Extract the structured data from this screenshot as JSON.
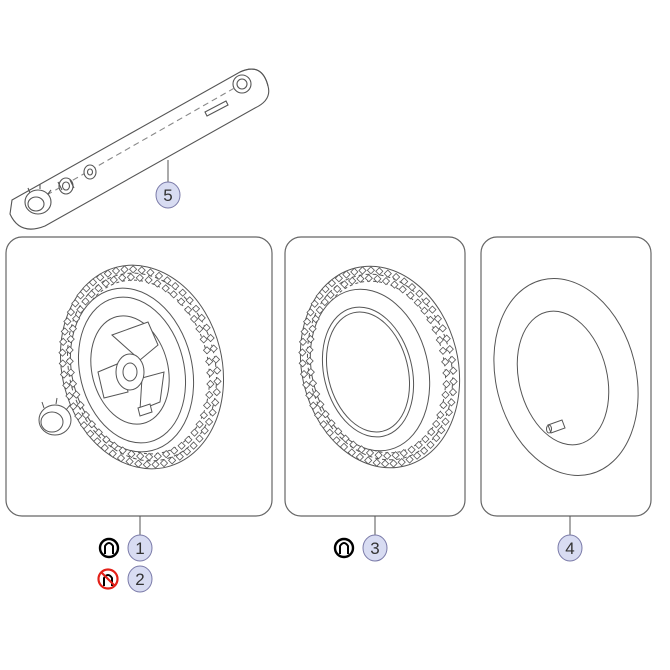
{
  "callouts": {
    "c1": "1",
    "c2": "2",
    "c3": "3",
    "c4": "4",
    "c5": "5"
  },
  "colors": {
    "callout_fill": "#d8dcf2",
    "callout_stroke": "#7a7aa8",
    "line": "#555555",
    "no_symbol_red": "#e32119"
  },
  "icons": {
    "solid_tyre_symbol": "lock-tyre-icon",
    "no_solid_symbol": "prohibited-lock-icon"
  }
}
